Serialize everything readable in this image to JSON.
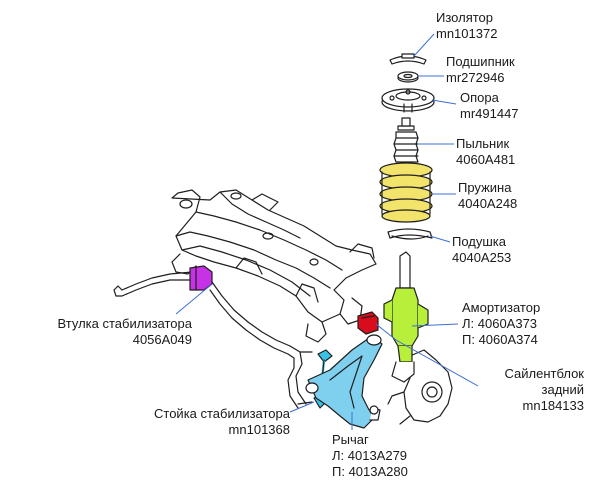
{
  "colors": {
    "line": "#1f1f1f",
    "spring": "#f2e36a",
    "strut": "#b7ef3a",
    "bushing": "#c832e6",
    "rubber": "#d80c1c",
    "arm": "#7fd0ee",
    "link": "#38c3e6",
    "leader": "#3e6ed6"
  },
  "labels": {
    "isolator": {
      "name": "Изолятор",
      "code": "mn101372"
    },
    "bearing": {
      "name": "Подшипник",
      "code": "mr272946"
    },
    "mount": {
      "name": "Опора",
      "code": "mr491447"
    },
    "boot": {
      "name": "Пыльник",
      "code": "4060A481"
    },
    "spring": {
      "name": "Пружина",
      "code": "4040A248"
    },
    "pad": {
      "name": "Подушка",
      "code": "4040A253"
    },
    "shock": {
      "name": "Амортизатор",
      "left": "Л: 4060A373",
      "right": "П: 4060A374"
    },
    "silentblock": {
      "name": "Сайлентблок",
      "sub": "задний",
      "code": "mn184133"
    },
    "stab_bushing": {
      "name": "Втулка стабилизатора",
      "code": "4056A049"
    },
    "stab_link": {
      "name": "Стойка стабилизатора",
      "code": "mn101368"
    },
    "arm": {
      "name": "Рычаг",
      "left": "Л: 4013A279",
      "right": "П: 4013A280"
    }
  }
}
